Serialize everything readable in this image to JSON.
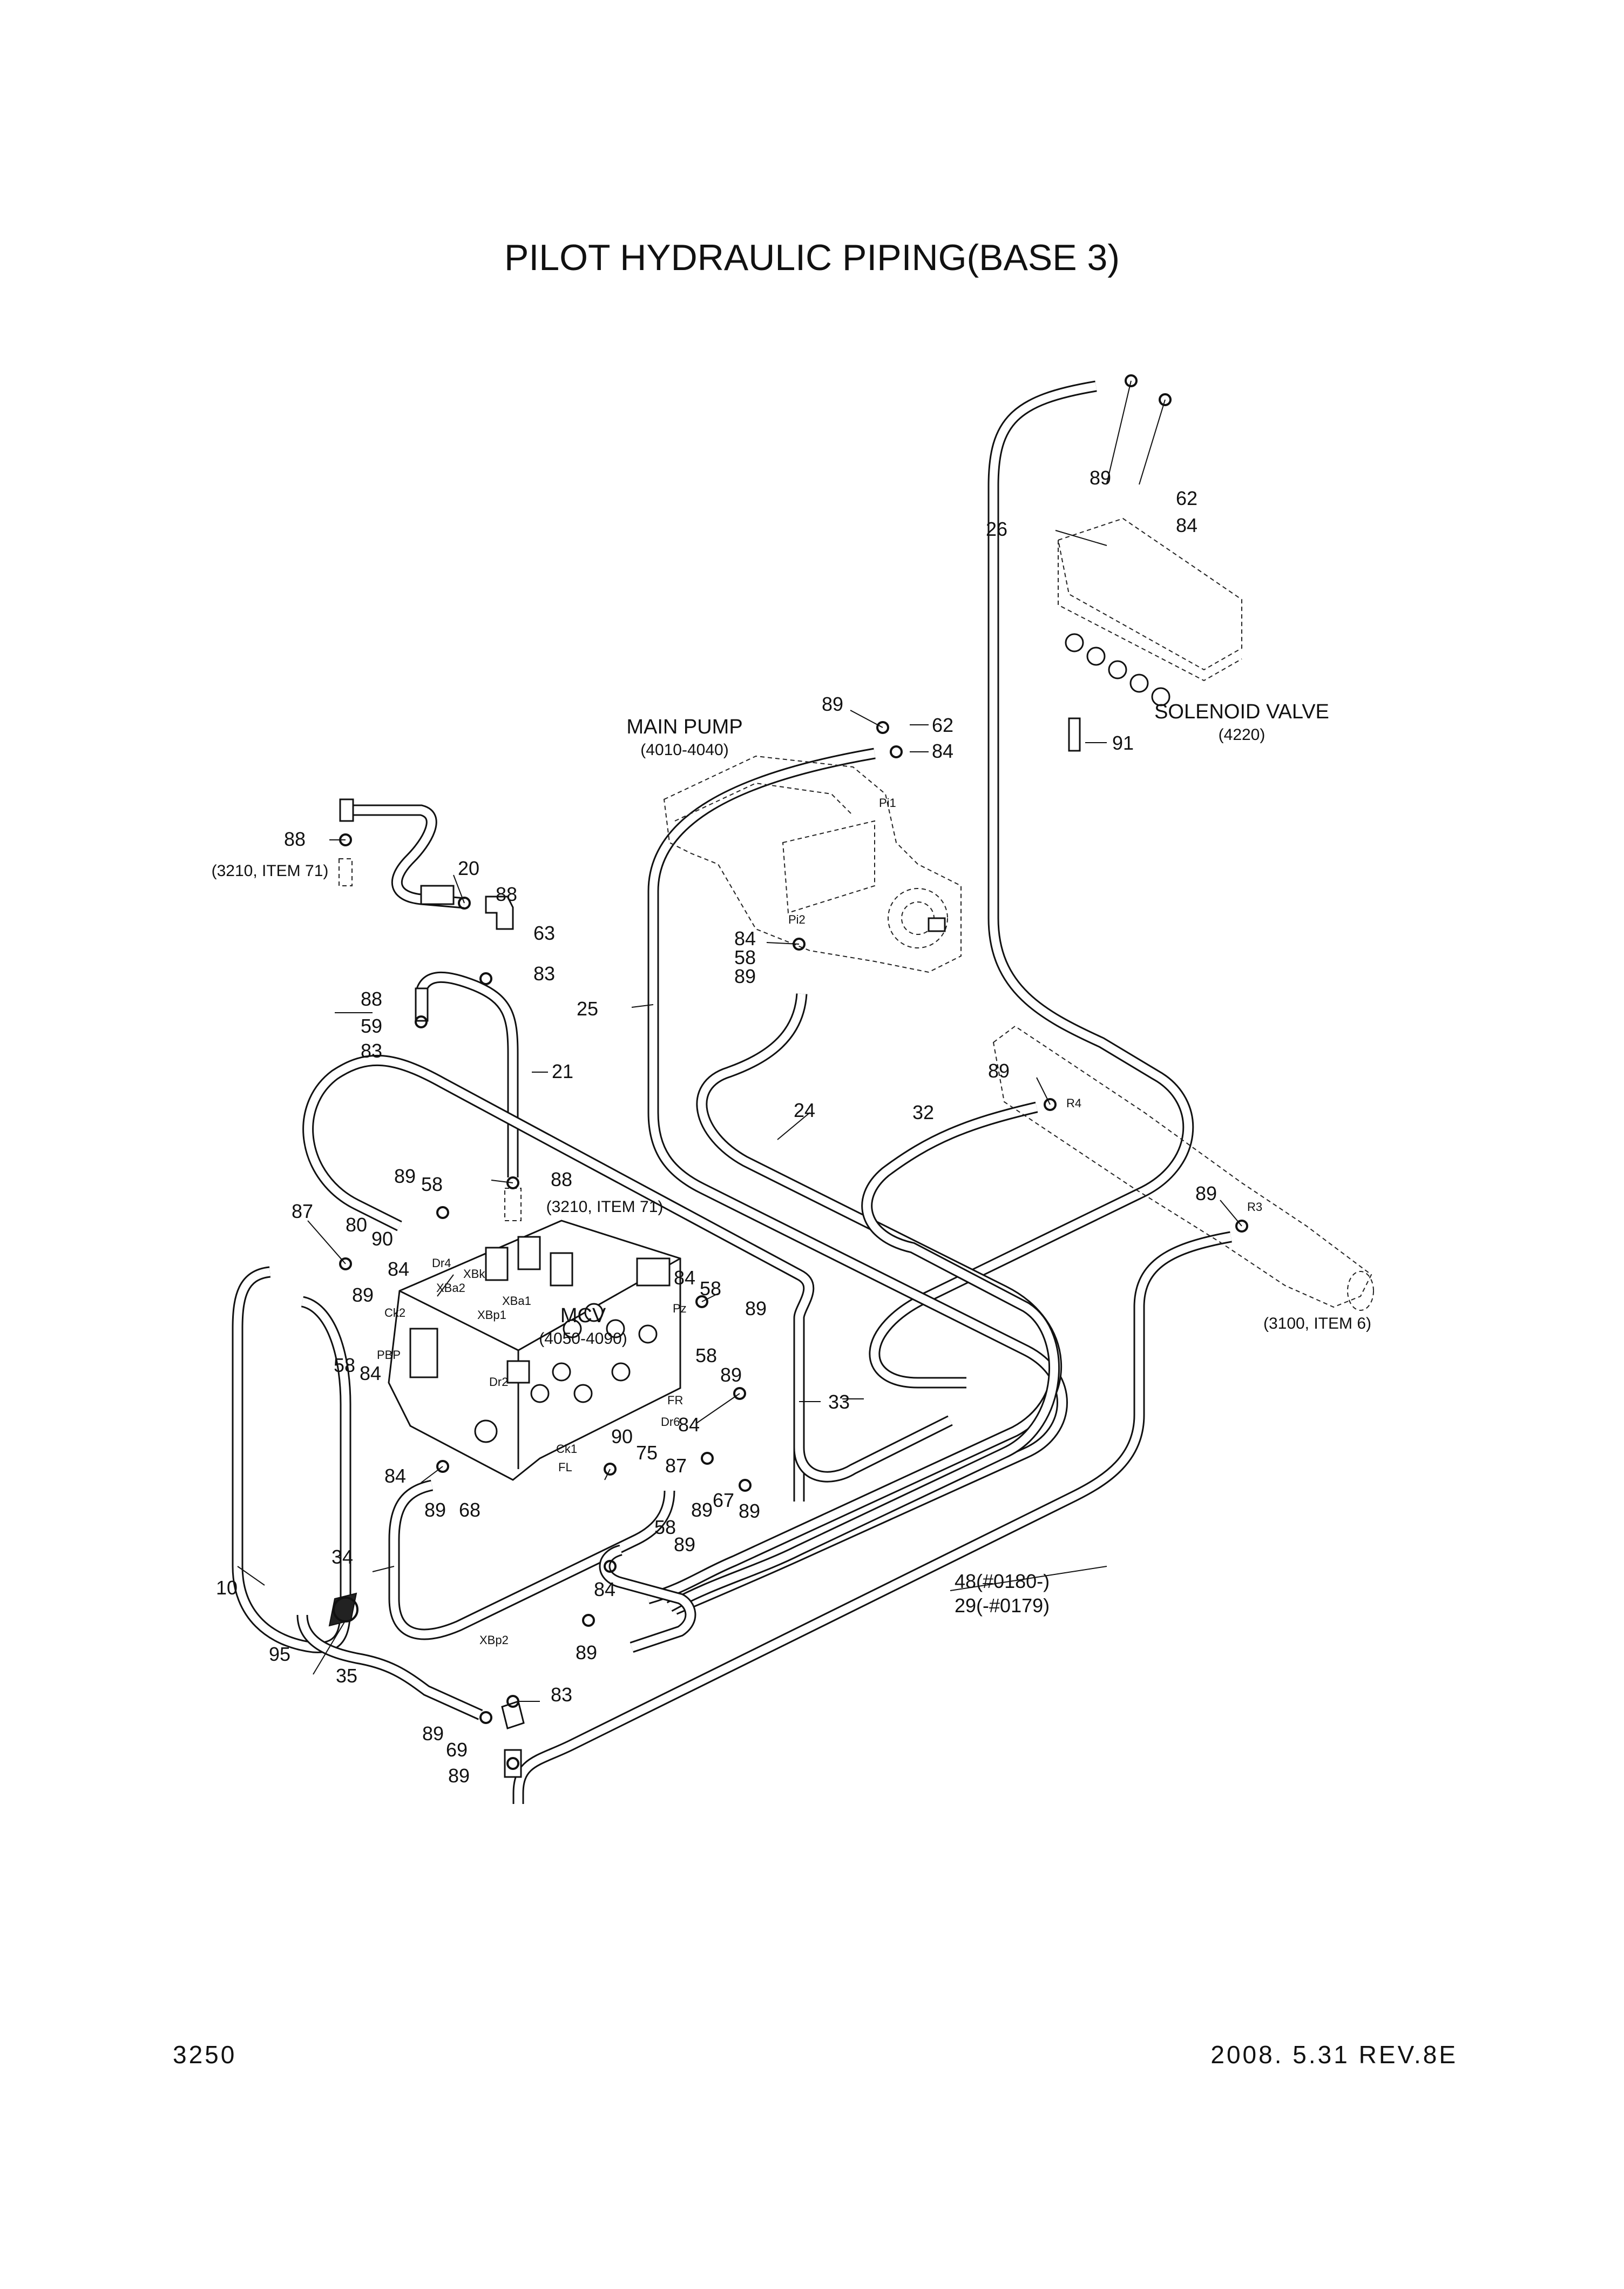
{
  "title": "PILOT HYDRAULIC PIPING(BASE 3)",
  "page_number": "3250",
  "revision": "2008. 5.31  REV.8E",
  "components": {
    "main_pump": {
      "name": "MAIN PUMP",
      "ref": "(4010-4040)"
    },
    "solenoid_valve": {
      "name": "SOLENOID VALVE",
      "ref": "(4220)"
    },
    "mcv": {
      "name": "MCV",
      "ref": "(4050-4090)"
    }
  },
  "references": {
    "ref_3210_upper": "(3210, ITEM 71)",
    "ref_3210_lower": "(3210, ITEM 71)",
    "ref_3100": "(3100, ITEM 6)"
  },
  "ports": {
    "pi1": "Pi1",
    "pi2": "Pi2",
    "r4": "R4",
    "r3": "R3",
    "dr4": "Dr4",
    "xbk": "XBk",
    "xba2": "XBa2",
    "xba1": "XBa1",
    "xbp1": "XBp1",
    "ck2": "Ck2",
    "pbp": "PBP",
    "pz": "Pz",
    "dr2": "Dr2",
    "fr": "FR",
    "dr6": "Dr6",
    "ck1": "Ck1",
    "fl": "FL",
    "xbp2": "XBp2"
  },
  "callouts": {
    "sv_89": "89",
    "sv_62": "62",
    "sv_84": "84",
    "sv_26": "26",
    "sv_91": "91",
    "mp_89": "89",
    "mp_62": "62",
    "mp_84": "84",
    "pi2_84": "84",
    "pi2_58": "58",
    "pi2_89": "89",
    "t_88": "88",
    "t_20": "20",
    "t_88b": "88",
    "t_63": "63",
    "t_83": "83",
    "u_88": "88",
    "u_59": "59",
    "u_83": "83",
    "u_21": "21",
    "u_25": "25",
    "u_24": "24",
    "u_32": "32",
    "u_89r4": "89",
    "m_89": "89",
    "m_58": "58",
    "m_88": "88",
    "m_87": "87",
    "m_80": "80",
    "m_90": "90",
    "m_84": "84",
    "m_89b": "89",
    "m_58b": "58",
    "m_84b": "84",
    "r_84": "84",
    "r_58": "58",
    "r_89": "89",
    "r_58b": "58",
    "r_89b": "89",
    "r_33": "33",
    "r_84b": "84",
    "r_89r3": "89",
    "l_90": "90",
    "l_75": "75",
    "l_87": "87",
    "l_84": "84",
    "l_89": "89",
    "l_68": "68",
    "l_89b": "89",
    "l_67": "67",
    "l_89c": "89",
    "l_58": "58",
    "l_89d": "89",
    "l_34": "34",
    "l_10": "10",
    "l_84b": "84",
    "l_89e": "89",
    "l_95": "95",
    "l_35": "35",
    "l_83": "83",
    "l_89f": "89",
    "l_69": "69",
    "l_89g": "89",
    "l_48": "48(#0180-)",
    "l_29": "29(-#0179)"
  }
}
